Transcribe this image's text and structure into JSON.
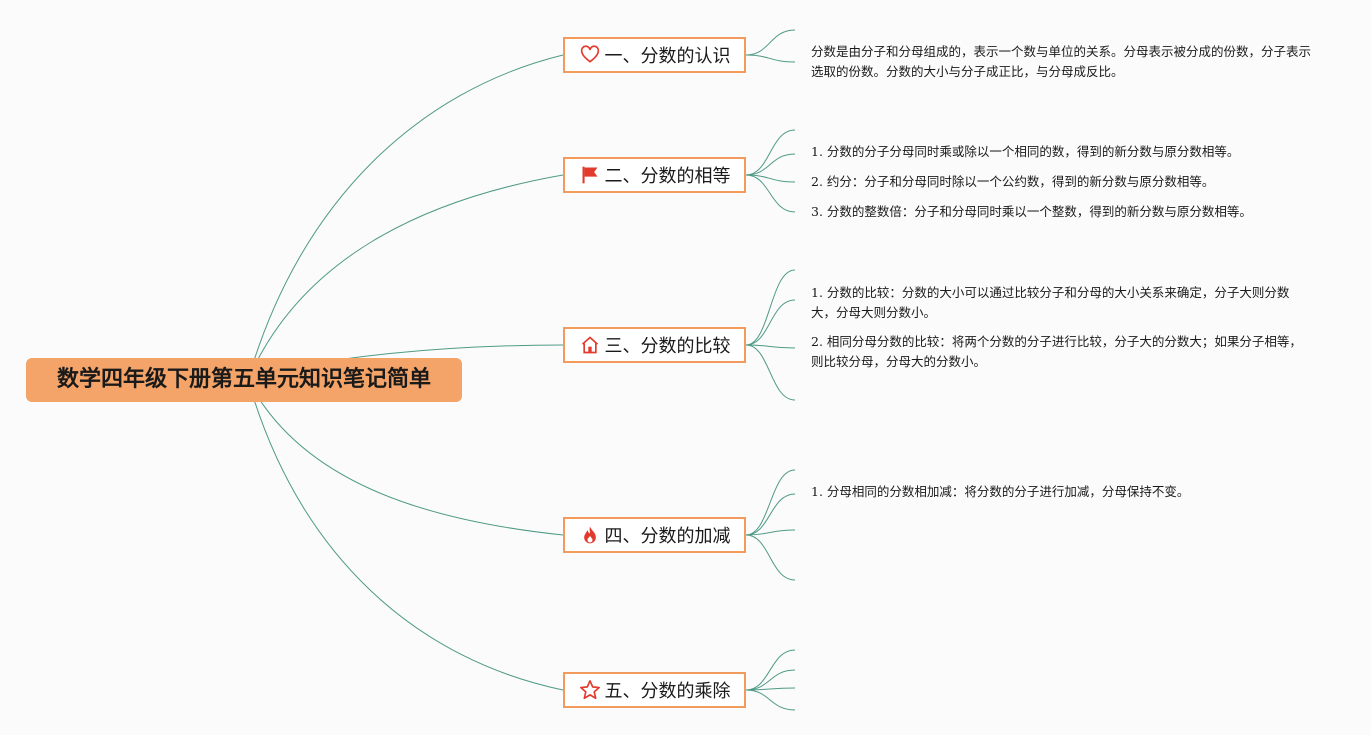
{
  "root": {
    "title": "数学四年级下册第五单元知识笔记简单"
  },
  "colors": {
    "root_fill": "#f4a468",
    "topic_border": "#f29b5c",
    "connector": "#4f9a86",
    "icon_red": "#e23b2e"
  },
  "topics": [
    {
      "label": "一、分数的认识",
      "icon": "heart-icon",
      "notes": [
        "分数是由分子和分母组成的，表示一个数与单位的关系。分母表示被分成的份数，分子表示选取的份数。分数的大小与分子成正比，与分母成反比。"
      ]
    },
    {
      "label": "二、分数的相等",
      "icon": "flag-icon",
      "notes": [
        "1. 分数的分子分母同时乘或除以一个相同的数，得到的新分数与原分数相等。",
        "2. 约分：分子和分母同时除以一个公约数，得到的新分数与原分数相等。",
        "3. 分数的整数倍：分子和分母同时乘以一个整数，得到的新分数与原分数相等。"
      ]
    },
    {
      "label": "三、分数的比较",
      "icon": "house-icon",
      "notes": [
        "1. 分数的比较：分数的大小可以通过比较分子和分母的大小关系来确定，分子大则分数大，分母大则分数小。",
        "2. 相同分母分数的比较：将两个分数的分子进行比较，分子大的分数大；如果分子相等，则比较分母，分母大的分数小。"
      ]
    },
    {
      "label": "四、分数的加减",
      "icon": "fire-icon",
      "notes": [
        "1. 分母相同的分数相加减：将分数的分子进行加减，分母保持不变。"
      ]
    },
    {
      "label": "五、分数的乘除",
      "icon": "star-icon",
      "notes": []
    }
  ]
}
